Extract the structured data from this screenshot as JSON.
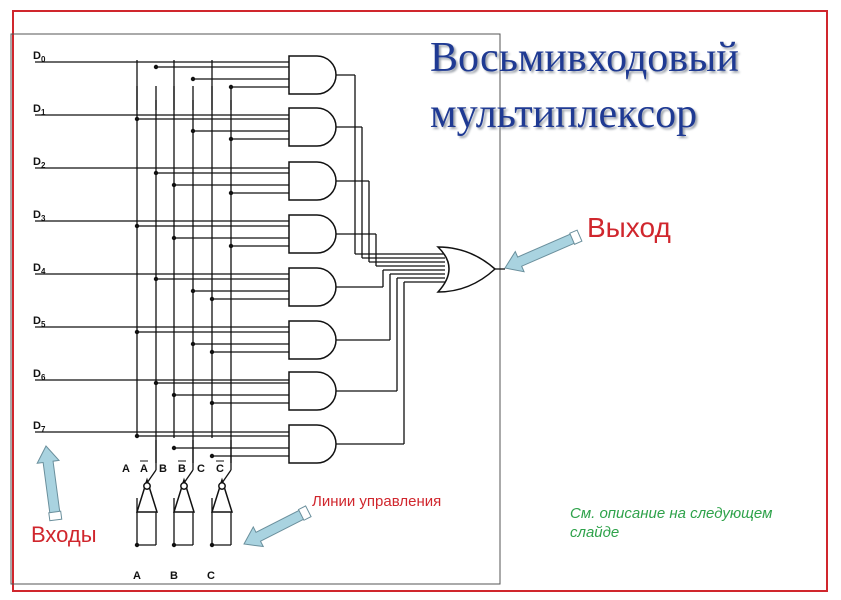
{
  "title": "Восьмивходовый\nмультиплексор",
  "labels": {
    "output": "Выход",
    "inputs": "Входы",
    "control_lines": "Линии управления",
    "note": "См. описание на следующем слайде"
  },
  "data_inputs": [
    {
      "letter": "D",
      "index": "0"
    },
    {
      "letter": "D",
      "index": "1"
    },
    {
      "letter": "D",
      "index": "2"
    },
    {
      "letter": "D",
      "index": "3"
    },
    {
      "letter": "D",
      "index": "4"
    },
    {
      "letter": "D",
      "index": "5"
    },
    {
      "letter": "D",
      "index": "6"
    },
    {
      "letter": "D",
      "index": "7"
    }
  ],
  "control_signals": {
    "top": [
      "A",
      "A",
      "B",
      "B",
      "C",
      "C"
    ],
    "bottom": [
      "A",
      "B",
      "C"
    ]
  },
  "colors": {
    "frame": "#d0262d",
    "title": "#1f3a93",
    "red_text": "#d0262d",
    "note_text": "#2ea24a",
    "arrow_fill": "#a9d3e0"
  }
}
